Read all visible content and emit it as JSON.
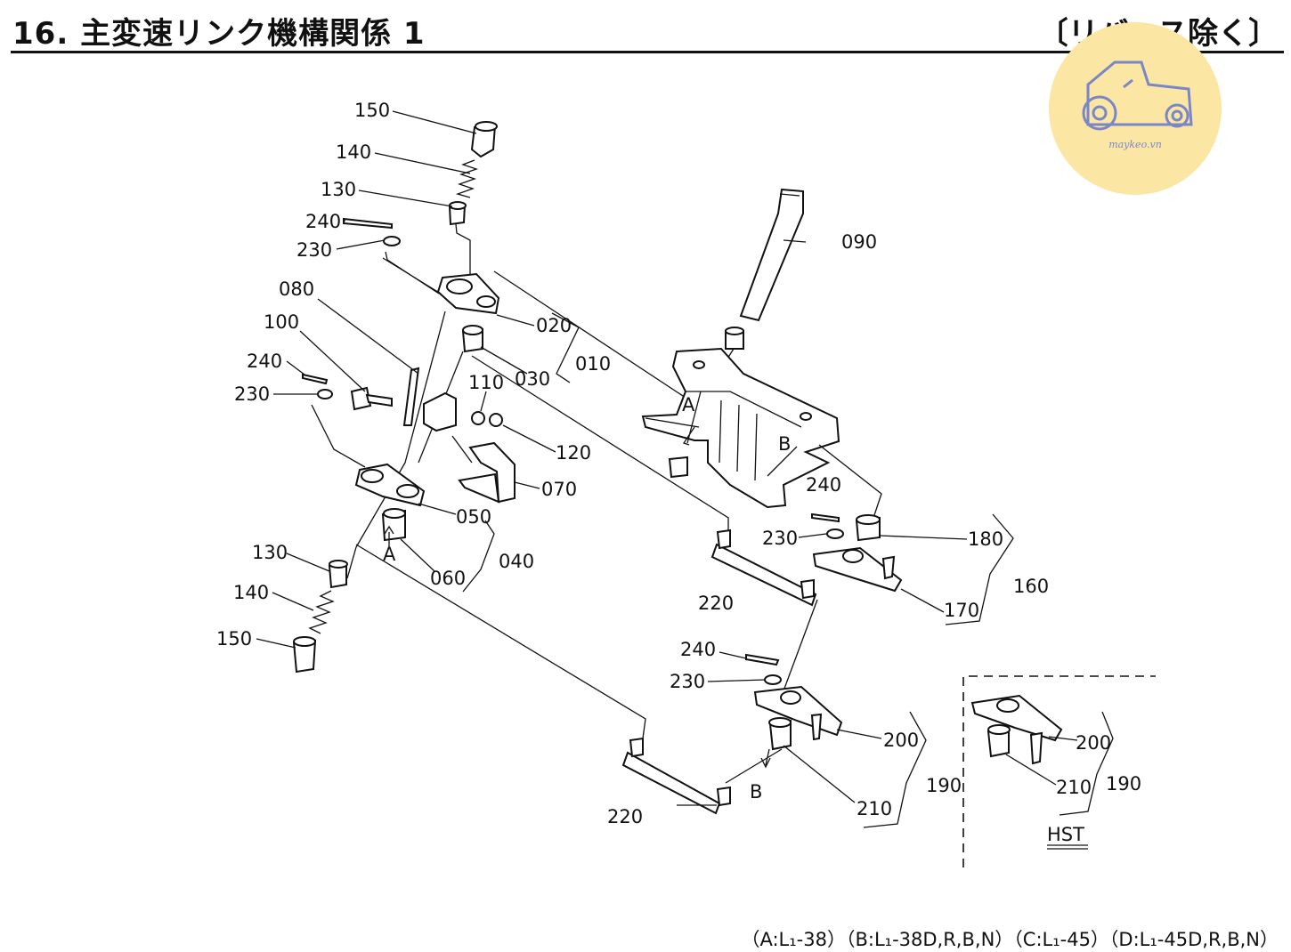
{
  "header": {
    "title": "16. 主変速リンク機構関係 1",
    "subtitle": "〔リバース除く〕"
  },
  "watermark": {
    "text": "maykeo.vn",
    "icon": "tractor-icon",
    "color": "#fbe7a3"
  },
  "diagram": {
    "callouts": {
      "c150a": "150",
      "c140a": "140",
      "c130a": "130",
      "c240a": "240",
      "c230a": "230",
      "c080": "080",
      "c100": "100",
      "c240b": "240",
      "c230b": "230",
      "c020": "020",
      "c030": "030",
      "c010": "010",
      "c110": "110",
      "c120": "120",
      "c070": "070",
      "c050": "050",
      "c040": "040",
      "c060": "060",
      "c090": "090",
      "c130b": "130",
      "c140b": "140",
      "c150b": "150",
      "c240c": "240",
      "c230c": "230",
      "c180": "180",
      "c160": "160",
      "c170": "170",
      "c220a": "220",
      "c240d": "240",
      "c230d": "230",
      "c200a": "200",
      "c210a": "210",
      "c190a": "190",
      "c220b": "220",
      "c200b": "200",
      "c210b": "210",
      "c190b": "190"
    },
    "refs": {
      "A1": "A",
      "A2": "A",
      "B1": "B",
      "B2": "B"
    },
    "inset_label": "HST"
  },
  "footer": {
    "note": "（A:L₁-38）（B:L₁-38D,R,B,N）（C:L₁-45）（D:L₁-45D,R,B,N）"
  }
}
